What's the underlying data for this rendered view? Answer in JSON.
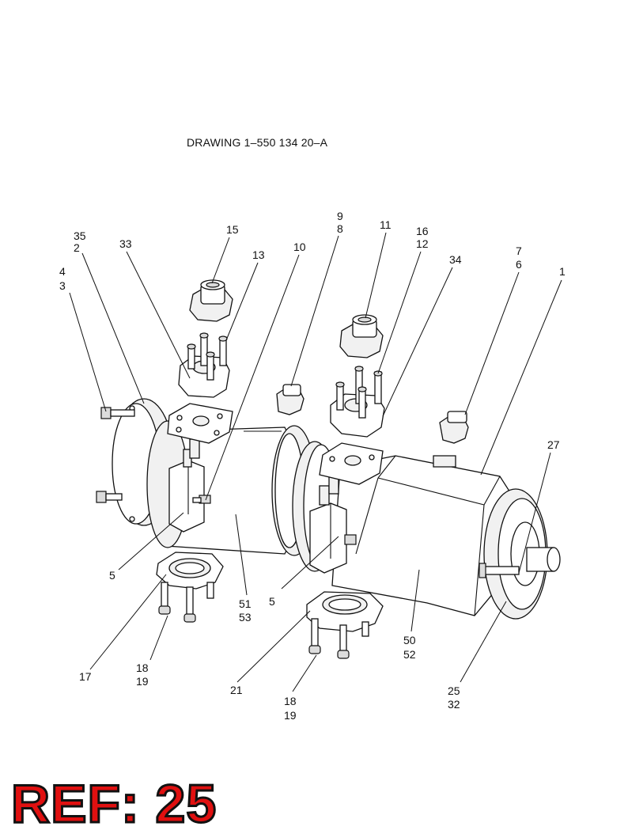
{
  "drawing_title": "DRAWING 1–550 134 20–A",
  "reference": "REF: 25",
  "callouts": {
    "c1": "1",
    "c2": "2",
    "c3": "3",
    "c4": "4",
    "c5a": "5",
    "c5b": "5",
    "c6": "6",
    "c7": "7",
    "c8": "8",
    "c9": "9",
    "c10": "10",
    "c11": "11",
    "c12": "12",
    "c13": "13",
    "c15": "15",
    "c16": "16",
    "c17": "17",
    "c18a": "18",
    "c19a": "19",
    "c18b": "18",
    "c19b": "19",
    "c21": "21",
    "c25": "25",
    "c27": "27",
    "c32": "32",
    "c33": "33",
    "c34": "34",
    "c35": "35",
    "c50": "50",
    "c51": "51",
    "c52": "52",
    "c53": "53"
  }
}
